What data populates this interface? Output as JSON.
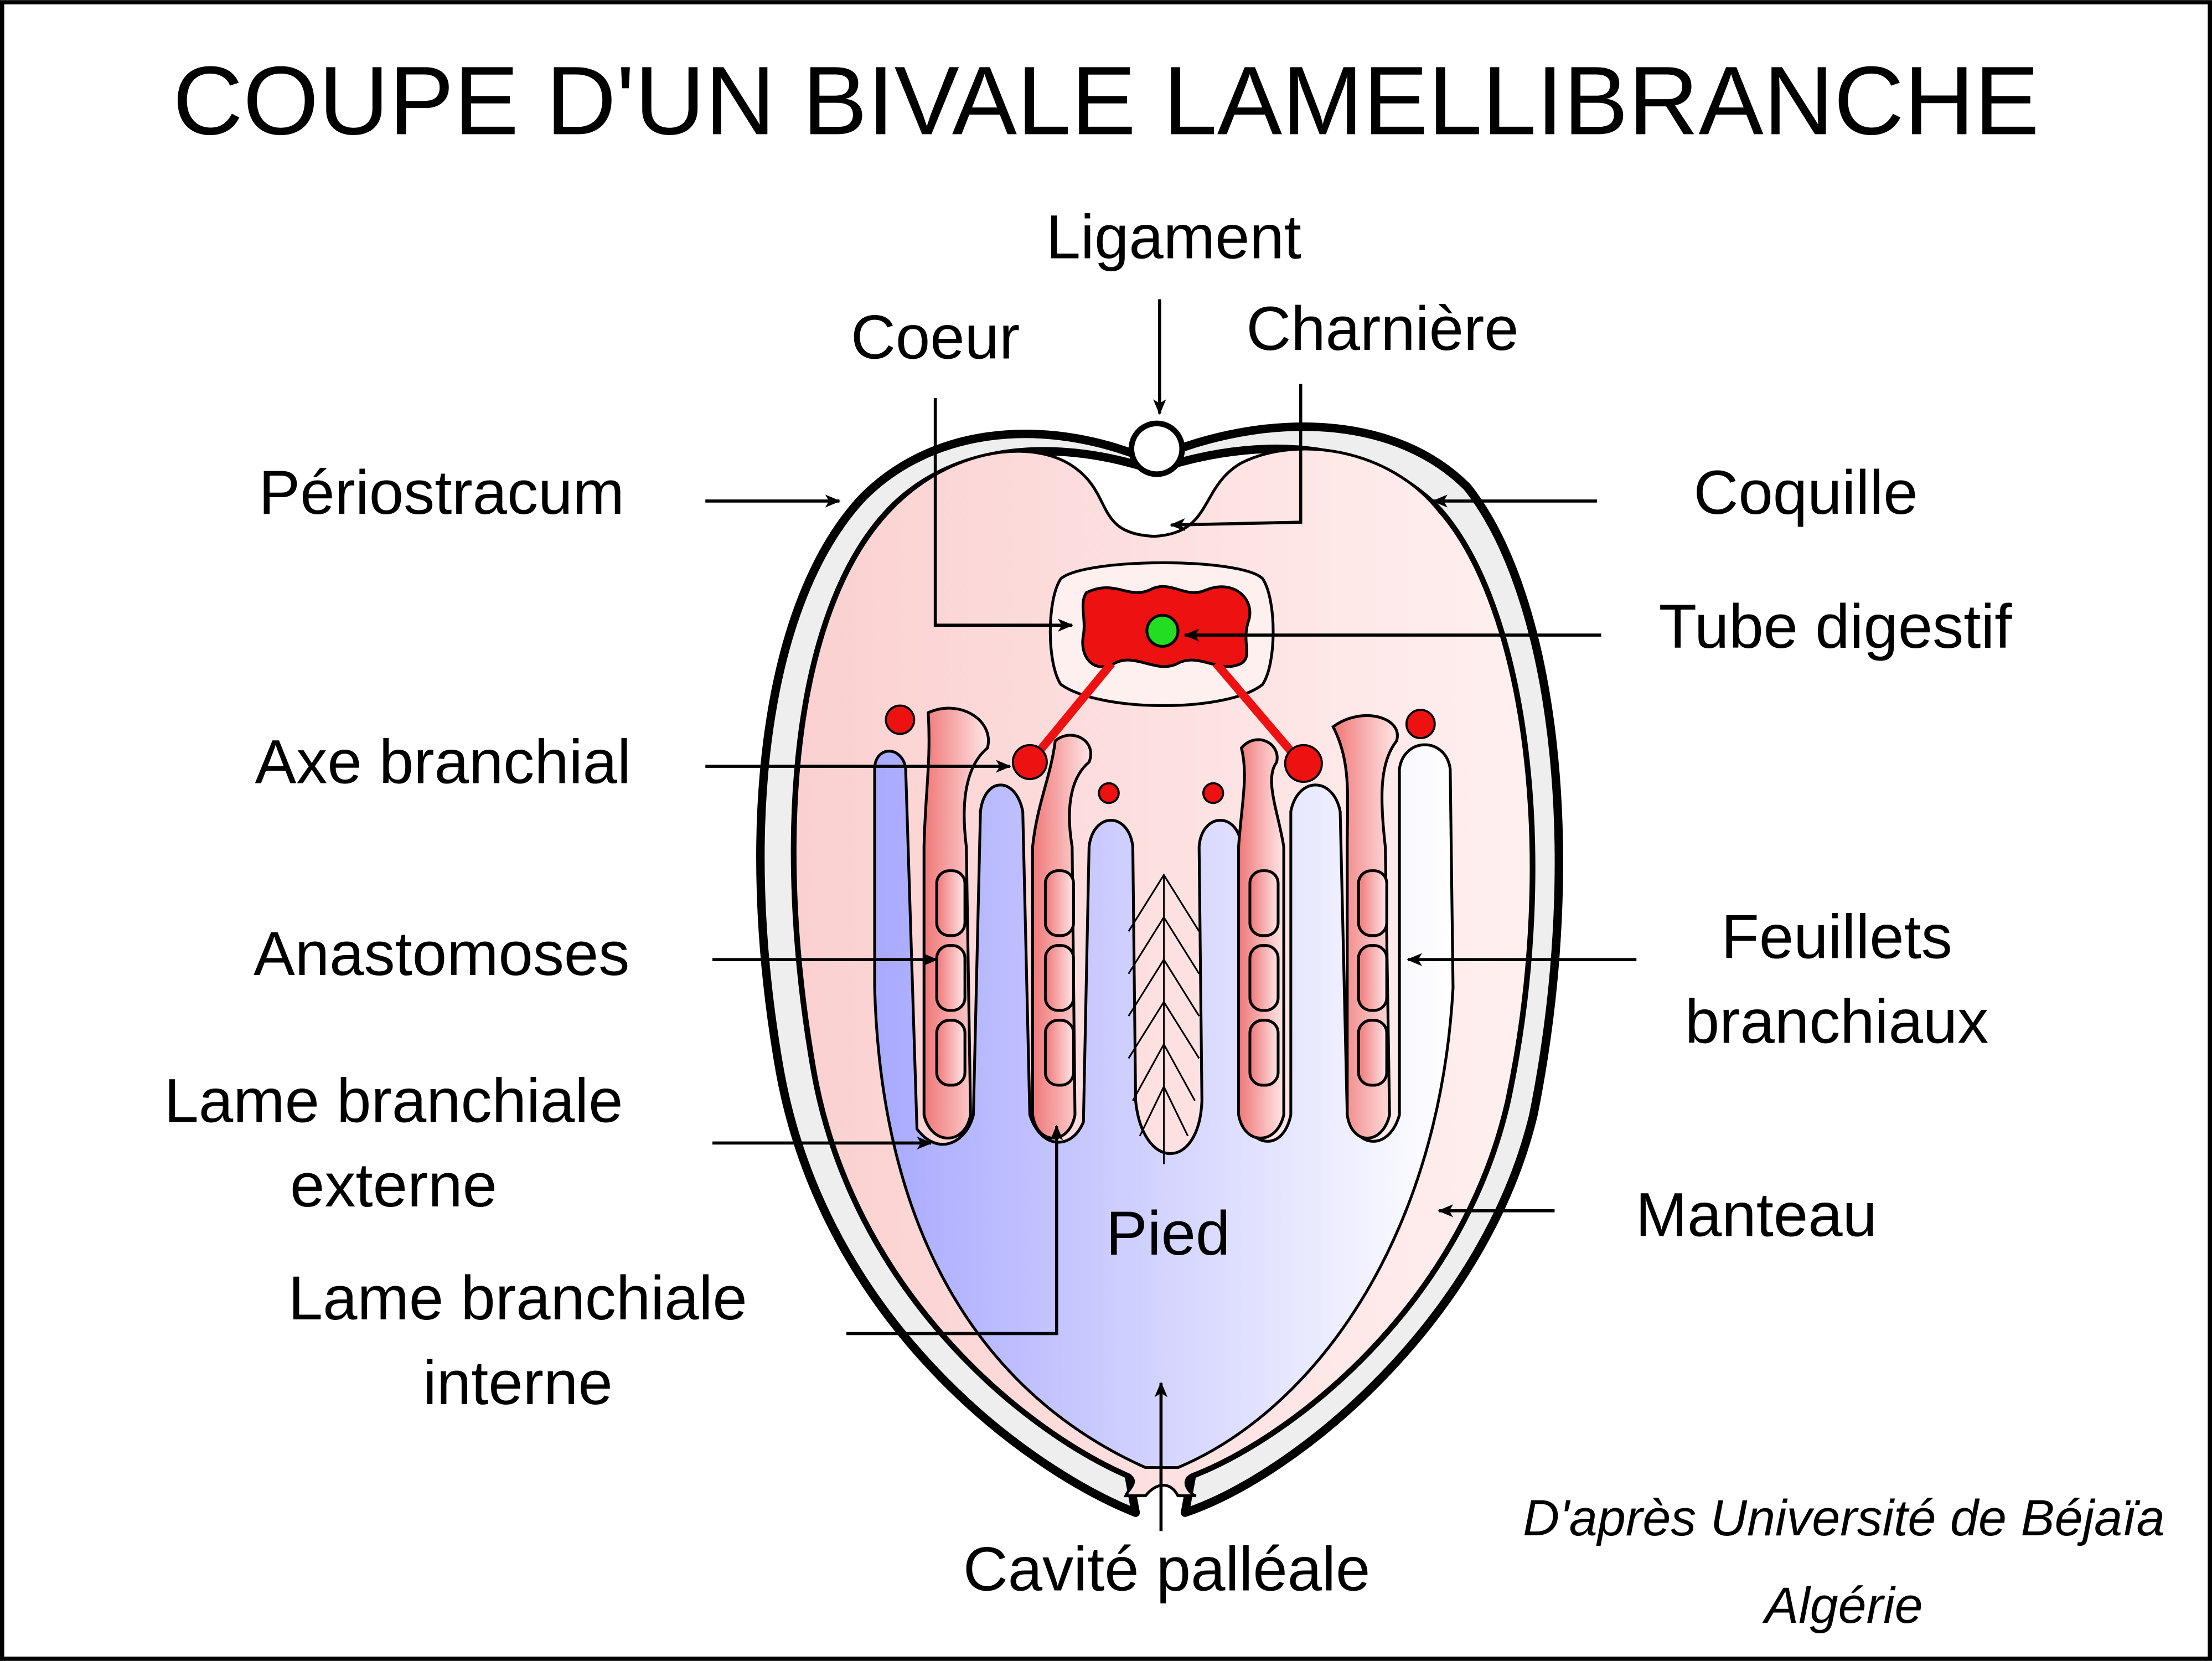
{
  "title": "COUPE D'UN BIVALE LAMELLIBRANCHE",
  "labels": {
    "ligament": "Ligament",
    "coeur": "Coeur",
    "charniere": "Charnière",
    "periostracum": "Périostracum",
    "coquille": "Coquille",
    "tube_digestif": "Tube digestif",
    "axe_branchial": "Axe branchial",
    "anastomoses": "Anastomoses",
    "feuillets_line1": "Feuillets",
    "feuillets_line2": "branchiaux",
    "lame_externe_line1": "Lame branchiale",
    "lame_externe_line2": "externe",
    "lame_interne_line1": "Lame branchiale",
    "lame_interne_line2": "interne",
    "pied": "Pied",
    "manteau": "Manteau",
    "cavite": "Cavité palléale"
  },
  "credit": {
    "line1": "D'après Université de Béjaïa",
    "line2": "Algérie"
  },
  "colors": {
    "mantle": "#fbd3d3",
    "shell": "#eeeeee",
    "blood": "#ee1111",
    "digestive_tube": "#22dd22",
    "foot_blue": "#b3b3ff",
    "gill_pink": "#f08080"
  }
}
